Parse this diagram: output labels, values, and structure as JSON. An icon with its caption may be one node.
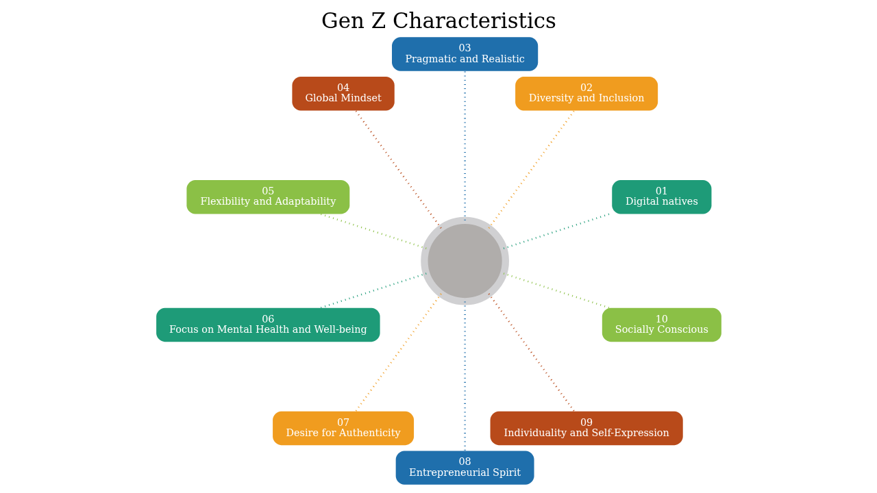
{
  "diagram": {
    "title": "Gen Z Characteristics",
    "nodes": [
      {
        "text": [],
        "shape": "circle"
      },
      {
        "text": [
          "01",
          "Digital natives"
        ]
      },
      {
        "text": [
          "02",
          "Diversity and Inclusion"
        ]
      },
      {
        "text": [
          "03",
          "Pragmatic and Realistic"
        ]
      },
      {
        "text": [
          "04",
          "Global Mindset"
        ]
      },
      {
        "text": [
          "05",
          "Flexibility and Adaptability"
        ]
      },
      {
        "text": [
          "06",
          "Focus on Mental Health and Well-being"
        ]
      },
      {
        "text": [
          "07",
          "Desire for Authenticity"
        ]
      },
      {
        "text": [
          "08",
          "Entrepreneurial Spirit"
        ]
      },
      {
        "text": [
          "09",
          "Individuality and Self-Expression"
        ]
      },
      {
        "text": [
          "10",
          "Socially Conscious"
        ]
      }
    ],
    "edges": [
      {
        "from": 0,
        "to": 1,
        "arrow": "none",
        "style": "dashed",
        "color": "#1e9b78"
      },
      {
        "from": 0,
        "to": 2,
        "arrow": "none",
        "style": "dashed",
        "color": "#f09c1f"
      },
      {
        "from": 0,
        "to": 3,
        "arrow": "none",
        "style": "dashed",
        "color": "#1f6fac"
      },
      {
        "from": 0,
        "to": 4,
        "arrow": "none",
        "style": "dashed",
        "color": "#b84a1a"
      },
      {
        "from": 0,
        "to": 5,
        "arrow": "none",
        "style": "dashed",
        "color": "#8bc046"
      },
      {
        "from": 0,
        "to": 6,
        "arrow": "none",
        "style": "dashed",
        "color": "#1e9b78"
      },
      {
        "from": 0,
        "to": 7,
        "arrow": "none",
        "style": "dashed",
        "color": "#f09c1f"
      },
      {
        "from": 0,
        "to": 8,
        "arrow": "none",
        "style": "dashed",
        "color": "#1f6fac"
      },
      {
        "from": 0,
        "to": 9,
        "arrow": "none",
        "style": "dashed",
        "color": "#b84a1a"
      },
      {
        "from": 0,
        "to": 10,
        "arrow": "none",
        "style": "dashed",
        "color": "#8bc046"
      }
    ]
  }
}
